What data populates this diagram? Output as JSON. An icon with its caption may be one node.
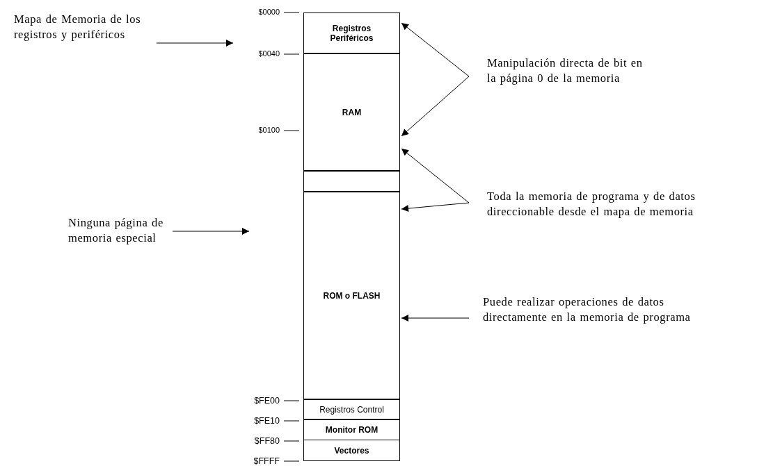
{
  "diagram": {
    "nodes": [
      {
        "text": [
          "Registros Periféricos"
        ],
        "beside": [
          "$0000"
        ]
      },
      {
        "text": [
          "RAM"
        ],
        "beside": [
          "$0040",
          "$0100"
        ]
      },
      {
        "text": [],
        "shape": "box"
      },
      {
        "text": [
          "ROM o FLASH"
        ]
      },
      {
        "text": [
          "Registros Control"
        ],
        "beside": [
          "$FE00"
        ]
      },
      {
        "text": [
          "Monitor ROM"
        ],
        "beside": [
          "$FE10"
        ]
      },
      {
        "text": [
          "Vectores"
        ],
        "beside": [
          "$FF80",
          "$FFFF"
        ]
      },
      {
        "text": [
          "Mapa de Memoria de los registros y periféricos"
        ]
      },
      {
        "text": [
          "Ninguna página de memoria especial"
        ]
      },
      {
        "text": [
          "Manipulación directa de bit en la página 0 de la memoria"
        ]
      },
      {
        "text": [
          "Toda la memoria de programa y de datos direccionable desde el mapa de memoria"
        ]
      },
      {
        "text": [
          "Puede realizar operaciones de datos directamente en la memoria de programa"
        ]
      }
    ],
    "edges": [
      {
        "from": 7,
        "to": null,
        "arrow": "to"
      },
      {
        "from": 8,
        "to": null,
        "arrow": "to"
      },
      {
        "from": 9,
        "to": 0,
        "arrow": "to"
      },
      {
        "from": 9,
        "to": 1,
        "arrow": "to"
      },
      {
        "from": 10,
        "to": 1,
        "arrow": "to"
      },
      {
        "from": 10,
        "to": 3,
        "arrow": "to"
      },
      {
        "from": 11,
        "to": 3,
        "arrow": "to"
      }
    ]
  }
}
